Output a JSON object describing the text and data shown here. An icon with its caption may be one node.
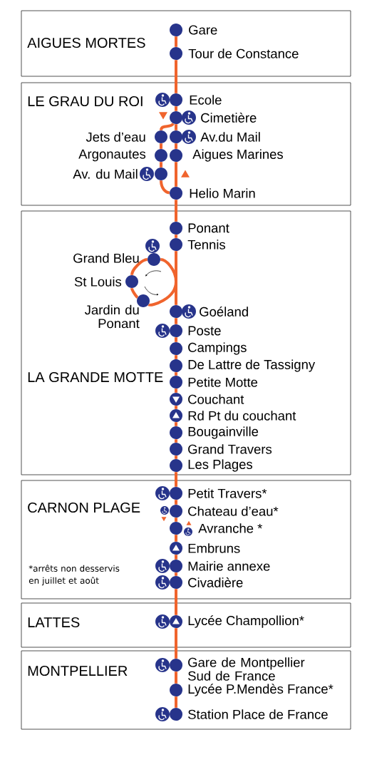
{
  "diagram": {
    "nodes": [
      {
        "text": [
          "AIGUES MORTES"
        ]
      },
      {
        "text": [],
        "shape": "circle",
        "beside": [
          "Gare"
        ],
        "in": 0
      },
      {
        "text": [],
        "shape": "circle",
        "beside": [
          "Tour de Constance"
        ],
        "in": 0
      },
      {
        "text": [
          "LE GRAU DU ROI"
        ]
      },
      {
        "text": [],
        "shape": "circle",
        "beside": [
          "Ecole"
        ],
        "in": 3
      },
      {
        "text": [],
        "shape": "circle",
        "beside": [
          "Cimetière"
        ],
        "in": 3
      },
      {
        "text": [],
        "shape": "circle",
        "beside": [
          "Jets d’eau"
        ],
        "in": 3
      },
      {
        "text": [],
        "shape": "circle",
        "beside": [
          "Av.du Mail"
        ],
        "in": 3
      },
      {
        "text": [],
        "shape": "circle",
        "beside": [
          "Argonautes"
        ],
        "in": 3
      },
      {
        "text": [],
        "shape": "circle",
        "beside": [
          "Aigues Marines"
        ],
        "in": 3
      },
      {
        "text": [],
        "shape": "circle",
        "beside": [
          "Av. du Mail"
        ],
        "in": 3
      },
      {
        "text": [],
        "shape": "circle",
        "beside": [
          "Helio Marin"
        ],
        "in": 3
      },
      {
        "text": [
          "LA GRANDE MOTTE"
        ]
      },
      {
        "text": [],
        "shape": "circle",
        "beside": [
          "Ponant"
        ],
        "in": 12
      },
      {
        "text": [],
        "shape": "circle",
        "beside": [
          "Tennis"
        ],
        "in": 12
      },
      {
        "text": [],
        "shape": "circle",
        "beside": [
          "Grand Bleu"
        ],
        "in": 12
      },
      {
        "text": [],
        "shape": "circle",
        "beside": [
          "St Louis"
        ],
        "in": 12
      },
      {
        "text": [],
        "shape": "circle",
        "beside": [
          "Jardin du Ponant"
        ],
        "in": 12
      },
      {
        "text": [],
        "shape": "circle",
        "beside": [
          "Goéland"
        ],
        "in": 12
      },
      {
        "text": [],
        "shape": "circle",
        "beside": [
          "Poste"
        ],
        "in": 12
      },
      {
        "text": [],
        "shape": "circle",
        "beside": [
          "Campings"
        ],
        "in": 12
      },
      {
        "text": [],
        "shape": "circle",
        "beside": [
          "De Lattre de Tassigny"
        ],
        "in": 12
      },
      {
        "text": [],
        "shape": "circle",
        "beside": [
          "Petite Motte"
        ],
        "in": 12
      },
      {
        "text": [],
        "shape": "circle",
        "beside": [
          "Couchant"
        ],
        "in": 12
      },
      {
        "text": [],
        "shape": "circle",
        "beside": [
          "Rd Pt du couchant"
        ],
        "in": 12
      },
      {
        "text": [],
        "shape": "circle",
        "beside": [
          "Bougainville"
        ],
        "in": 12
      },
      {
        "text": [],
        "shape": "circle",
        "beside": [
          "Grand Travers"
        ],
        "in": 12
      },
      {
        "text": [],
        "shape": "circle",
        "beside": [
          "Les Plages"
        ],
        "in": 12
      },
      {
        "text": [
          "CARNON PLAGE"
        ]
      },
      {
        "text": [],
        "shape": "circle",
        "beside": [
          "Petit Travers*"
        ],
        "in": 28
      },
      {
        "text": [],
        "shape": "circle",
        "beside": [
          "Chateau d’eau*"
        ],
        "in": 28
      },
      {
        "text": [],
        "shape": "circle",
        "beside": [
          "Avranche *"
        ],
        "in": 28
      },
      {
        "text": [],
        "shape": "circle",
        "beside": [
          "Embruns"
        ],
        "in": 28
      },
      {
        "text": [],
        "shape": "circle",
        "beside": [
          "Mairie annexe"
        ],
        "in": 28
      },
      {
        "text": [],
        "shape": "circle",
        "beside": [
          "Civadière"
        ],
        "in": 28
      },
      {
        "text": [
          "LATTES"
        ]
      },
      {
        "text": [],
        "shape": "circle",
        "beside": [
          "Lycée Champollion*"
        ],
        "in": 35
      },
      {
        "text": [
          "MONTPELLIER"
        ]
      },
      {
        "text": [],
        "shape": "circle",
        "beside": [
          "Gare de Montpellier Sud de France"
        ],
        "in": 37
      },
      {
        "text": [],
        "shape": "circle",
        "beside": [
          "Lycée P.Mendès France*"
        ],
        "in": 37
      },
      {
        "text": [],
        "shape": "circle",
        "beside": [
          "Station Place de France"
        ],
        "in": 37
      }
    ],
    "edges": [
      {
        "from": 1,
        "to": 2,
        "arrow": "none"
      },
      {
        "from": 2,
        "to": 4,
        "arrow": "none"
      },
      {
        "from": 4,
        "to": 5,
        "arrow": "none"
      },
      {
        "from": 5,
        "to": 7,
        "arrow": "none"
      },
      {
        "from": 7,
        "to": 9,
        "arrow": "none"
      },
      {
        "from": 9,
        "to": 11,
        "arrow": "none"
      },
      {
        "from": 5,
        "to": 6,
        "arrow": "none"
      },
      {
        "from": 6,
        "to": 8,
        "arrow": "none"
      },
      {
        "from": 8,
        "to": 10,
        "arrow": "none"
      },
      {
        "from": 10,
        "to": 11,
        "arrow": "none"
      },
      {
        "from": 11,
        "to": 13,
        "arrow": "none"
      },
      {
        "from": 13,
        "to": 14,
        "arrow": "none"
      },
      {
        "from": 14,
        "to": 18,
        "arrow": "none"
      },
      {
        "from": 15,
        "to": 16,
        "arrow": "none"
      },
      {
        "from": 16,
        "to": 17,
        "arrow": "none"
      },
      {
        "from": 17,
        "to": 15,
        "arrow": "none"
      },
      {
        "from": 18,
        "to": 19,
        "arrow": "none"
      },
      {
        "from": 19,
        "to": 20,
        "arrow": "none"
      },
      {
        "from": 20,
        "to": 21,
        "arrow": "none"
      },
      {
        "from": 21,
        "to": 22,
        "arrow": "none"
      },
      {
        "from": 22,
        "to": 23,
        "arrow": "none"
      },
      {
        "from": 23,
        "to": 24,
        "arrow": "none"
      },
      {
        "from": 24,
        "to": 25,
        "arrow": "none"
      },
      {
        "from": 25,
        "to": 26,
        "arrow": "none"
      },
      {
        "from": 26,
        "to": 27,
        "arrow": "none"
      },
      {
        "from": 27,
        "to": 29,
        "arrow": "none"
      },
      {
        "from": 29,
        "to": 30,
        "arrow": "none"
      },
      {
        "from": 30,
        "to": 31,
        "arrow": "none"
      },
      {
        "from": 31,
        "to": 32,
        "arrow": "none"
      },
      {
        "from": 32,
        "to": 33,
        "arrow": "none"
      },
      {
        "from": 33,
        "to": 34,
        "arrow": "none"
      },
      {
        "from": 34,
        "to": 36,
        "arrow": "none"
      },
      {
        "from": 36,
        "to": 38,
        "arrow": "none"
      },
      {
        "from": 38,
        "to": 39,
        "arrow": "none"
      },
      {
        "from": 39,
        "to": 40,
        "arrow": "none"
      }
    ],
    "labels": [
      "*arrêts non desservis en juillet et août"
    ]
  }
}
